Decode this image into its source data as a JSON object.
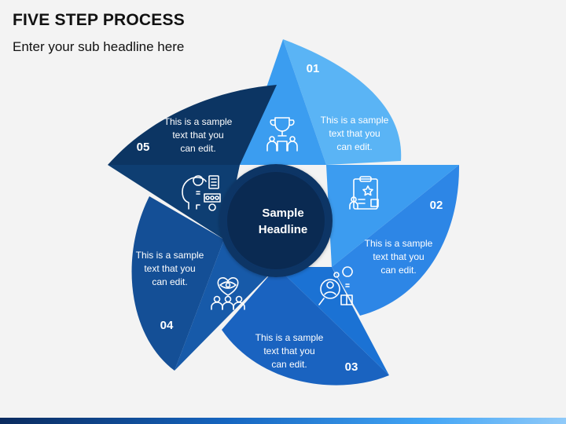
{
  "header": {
    "title": "FIVE STEP PROCESS",
    "subtitle": "Enter your sub headline here"
  },
  "center": {
    "line1": "Sample",
    "line2": "Headline"
  },
  "steps": [
    {
      "number": "01",
      "lines": [
        "This is a sample",
        "text that you",
        "can edit."
      ],
      "icon": "trophy-team-icon"
    },
    {
      "number": "02",
      "lines": [
        "This is a sample",
        "text that you",
        "can edit."
      ],
      "icon": "clipboard-award-icon"
    },
    {
      "number": "03",
      "lines": [
        "This is a sample",
        "text that you",
        "can edit."
      ],
      "icon": "idea-search-icon"
    },
    {
      "number": "04",
      "lines": [
        "This is a sample",
        "text that you",
        "can edit."
      ],
      "icon": "vision-team-icon"
    },
    {
      "number": "05",
      "lines": [
        "This is a sample",
        "text that you",
        "can edit."
      ],
      "icon": "brainstorm-icon"
    }
  ],
  "colors": {
    "step1_light": "#5ab4f5",
    "step1_dark": "#2f8fe0",
    "step2_light": "#3d9bee",
    "step2_dark": "#1c73d1",
    "step3_light": "#1c6fcf",
    "step3_dark": "#124f9e",
    "step4_light": "#155ba8",
    "step4_dark": "#0d3f7a",
    "step5_light": "#0f3c6d",
    "step5_dark": "#0a2a52",
    "center": "#0b2850"
  }
}
